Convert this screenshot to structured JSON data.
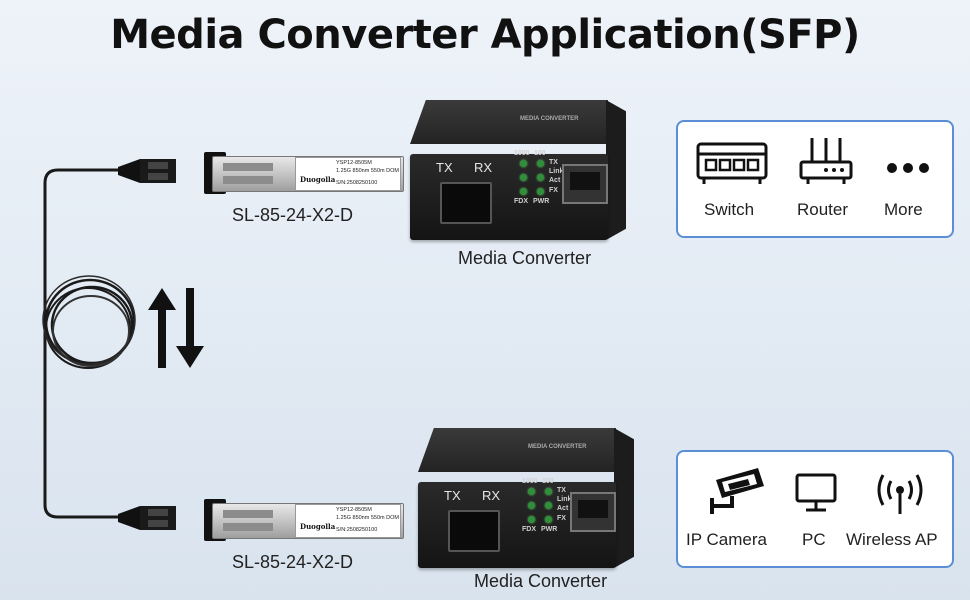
{
  "title": "Media Converter Application(SFP)",
  "sfp_top": {
    "label": "SL-85-24-X2-D",
    "model": "YSP12-8505M",
    "spec": "1.25G 850nm 550m DOM",
    "serial": "S/N:2508250100",
    "brand": "Duogolla"
  },
  "sfp_bottom": {
    "label": "SL-85-24-X2-D",
    "model": "YSP12-8505M",
    "spec": "1.25G 850nm 550m DOM",
    "serial": "S/N:2508250100",
    "brand": "Duogolla"
  },
  "converter_top": {
    "label": "Media Converter",
    "tx": "TX",
    "rx": "RX",
    "speed1": "1000",
    "speed2": "100",
    "led_tx": "TX",
    "led_link": "Link",
    "led_act": "Act",
    "led_fx": "FX",
    "fdx": "FDX",
    "pwr": "PWR",
    "top_text": "MEDIA CONVERTER"
  },
  "converter_bottom": {
    "label": "Media Converter",
    "tx": "TX",
    "rx": "RX",
    "speed1": "1000",
    "speed2": "100",
    "led_tx": "TX",
    "led_link": "Link",
    "led_act": "Act",
    "led_fx": "FX",
    "fdx": "FDX",
    "pwr": "PWR",
    "top_text": "MEDIA CONVERTER"
  },
  "devices_top": [
    {
      "label": "Switch",
      "icon": "switch-icon"
    },
    {
      "label": "Router",
      "icon": "router-icon"
    },
    {
      "label": "More",
      "icon": "more-icon"
    }
  ],
  "devices_bottom": [
    {
      "label": "IP Camera",
      "icon": "ip-camera-icon"
    },
    {
      "label": "PC",
      "icon": "pc-icon"
    },
    {
      "label": "Wireless AP",
      "icon": "wireless-ap-icon"
    }
  ],
  "colors": {
    "card_border": "#5a8fd8",
    "led": "#2f8f3a",
    "background": "#e3ebf4"
  }
}
